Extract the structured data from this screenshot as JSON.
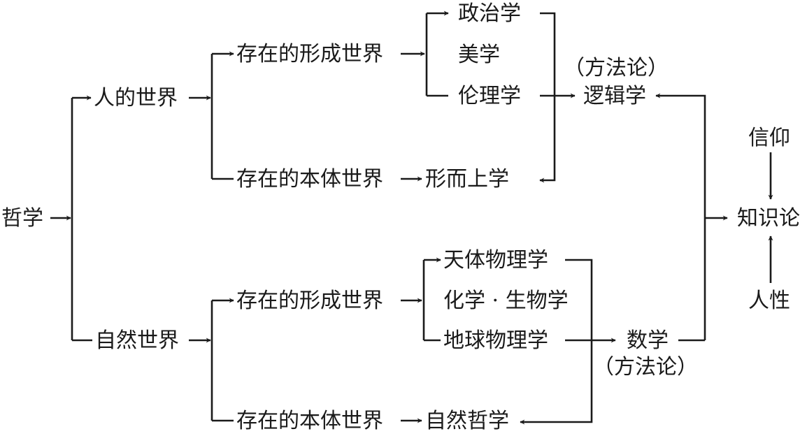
{
  "nodes": {
    "root": "哲学",
    "human_world": "人的世界",
    "natural_world": "自然世界",
    "human_formation": "存在的形成世界",
    "human_ontology": "存在的本体世界",
    "natural_formation": "存在的形成世界",
    "natural_ontology": "存在的本体世界",
    "politics": "政治学",
    "aesthetics": "美学",
    "ethics": "伦理学",
    "metaphysics": "形而上学",
    "methodology_top": "（方法论）",
    "logic": "逻辑学",
    "astrophysics": "天体物理学",
    "chem_bio": "化学 · 生物学",
    "geophysics": "地球物理学",
    "natural_philosophy": "自然哲学",
    "mathematics": "数学",
    "methodology_bottom": "（方法论）",
    "belief": "信仰",
    "epistemology": "知识论",
    "human_nature": "人性"
  },
  "colors": {
    "ink": "#1a1a1a",
    "background": "#ffffff"
  }
}
